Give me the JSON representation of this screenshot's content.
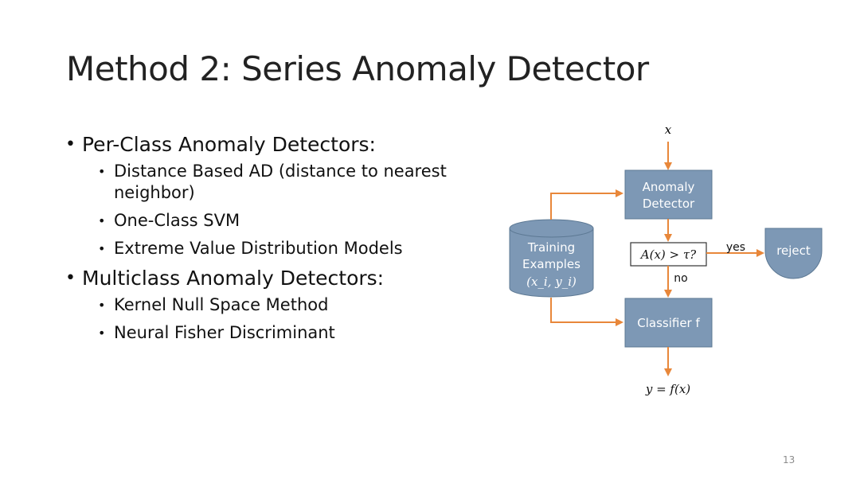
{
  "slide": {
    "title": "Method 2: Series Anomaly Detector",
    "slide_number": "13"
  },
  "bullets": [
    {
      "text": "Per-Class Anomaly Detectors:",
      "children": [
        "Distance Based AD (distance to nearest neighbor)",
        "One-Class SVM",
        "Extreme Value Distribution Models"
      ]
    },
    {
      "text": "Multiclass Anomaly Detectors:",
      "children": [
        "Kernel Null Space Method",
        "Neural Fisher Discriminant"
      ]
    }
  ],
  "diagram": {
    "input": "x",
    "anomaly_detector": [
      "Anomaly",
      "Detector"
    ],
    "training": [
      "Training",
      "Examples"
    ],
    "training_pair": "(x_i, y_i)",
    "threshold": "A(x) > τ?",
    "yes": "yes",
    "no": "no",
    "reject": "reject",
    "classifier": "Classifier f",
    "output": "y = f(x)",
    "colors": {
      "box_fill": "#7d98b5",
      "box_stroke": "#5c7893",
      "arrow": "#e8873a",
      "box_text": "#ffffff"
    }
  }
}
